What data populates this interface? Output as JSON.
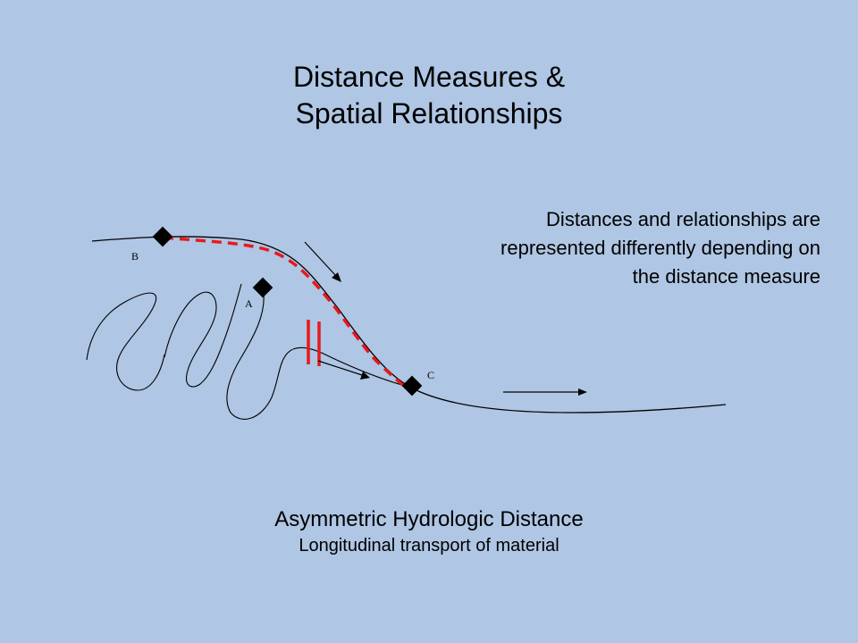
{
  "slide": {
    "title_line1": "Distance Measures &",
    "title_line2": "Spatial Relationships",
    "description": [
      "Distances and relationships are",
      "represented differently depending on",
      "the distance measure"
    ],
    "caption_main": "Asymmetric Hydrologic Distance",
    "caption_sub": "Longitudinal transport of material"
  },
  "diagram": {
    "points": [
      {
        "label": "B"
      },
      {
        "label": "A"
      },
      {
        "label": "C"
      }
    ],
    "colors": {
      "line": "#000000",
      "path": "#e8191d",
      "barrier": "#e8191d"
    }
  }
}
